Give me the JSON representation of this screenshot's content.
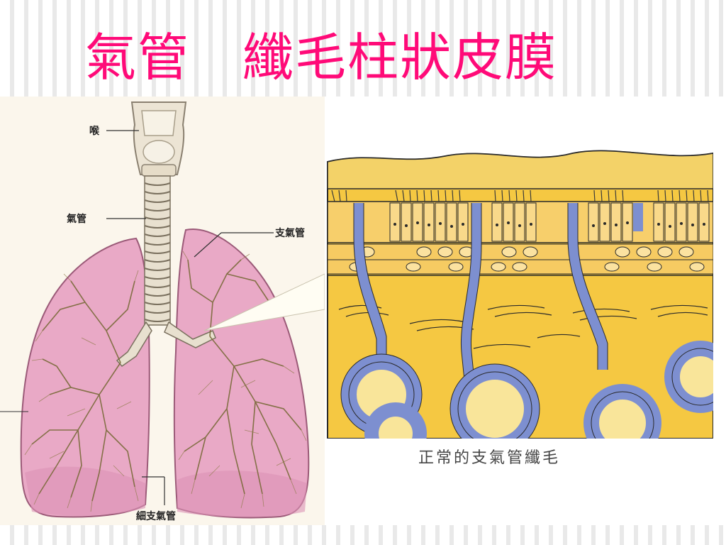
{
  "slide": {
    "title": "氣管　纖毛柱狀皮膜"
  },
  "lung_diagram": {
    "labels": {
      "larynx": "喉",
      "trachea": "氣管",
      "bronchus": "支氣管",
      "bronchiole": "細支氣管"
    }
  },
  "cilia_diagram": {
    "caption": "正常的支氣管纖毛"
  },
  "colors": {
    "title": "#ff0a78",
    "lung_fill": "#e9a9c6",
    "tissue_yellow": "#f5c842",
    "gland_blue": "#7d8fd0"
  }
}
